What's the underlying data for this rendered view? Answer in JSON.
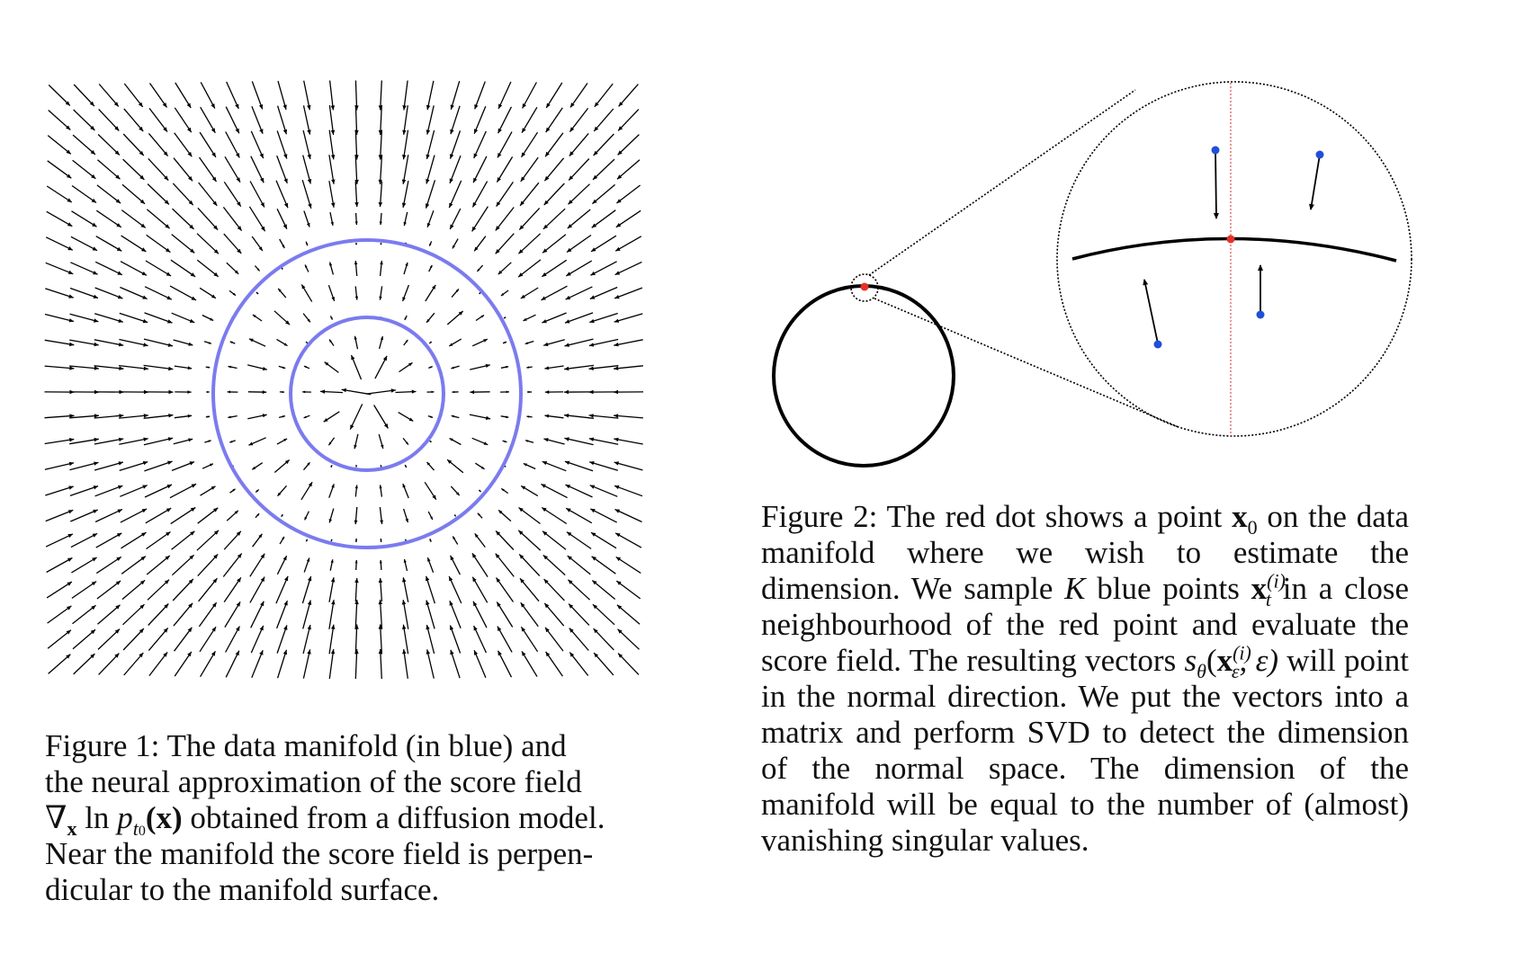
{
  "figure1": {
    "caption_line1": "Figure 1:  The data manifold (in blue) and",
    "caption_line2": "the neural approximation of the score field",
    "caption_math": "∇",
    "caption_math_sub": "x",
    "caption_math_ln": " ln ",
    "caption_math_p": "p",
    "caption_math_psub": "t",
    "caption_math_psub2": "0",
    "caption_math_arg": "(x)",
    "caption_line3_rest": " obtained from a diffusion model.",
    "caption_line4": "Near the manifold the score field is perpen-",
    "caption_line5": "dicular to the manifold surface.",
    "colors": {
      "manifold": "#7b7bef",
      "arrows": "#000000"
    }
  },
  "figure2": {
    "caption_a": "Figure 2: The red dot shows a point ",
    "caption_x0": "x",
    "caption_x0_sub": "0",
    "caption_b": " on the data manifold where we wish to estimate the dimension. We sample ",
    "caption_K": "K",
    "caption_c": " blue points ",
    "caption_xt": "x",
    "caption_xt_sup": "(i)",
    "caption_xt_sub": "t",
    "caption_d": " in a close neighbourhood of the red point and evaluate the score field. The resulting vectors ",
    "caption_s": "s",
    "caption_s_sub": "θ",
    "caption_s_args_open": "(",
    "caption_s_x": "x",
    "caption_s_x_sup": "(i)",
    "caption_s_x_sub": "ε",
    "caption_s_args_rest": ", ε)",
    "caption_e": " will point in the normal direction. We put the vectors into a matrix and perform SVD to detect the dimension of the normal space.  The dimension of the manifold will be equal to the number of (almost) vanishing singular values.",
    "colors": {
      "red_dot": "#e8302a",
      "blue_points": "#1f4fd8",
      "dashed_line": "#e05050"
    }
  }
}
